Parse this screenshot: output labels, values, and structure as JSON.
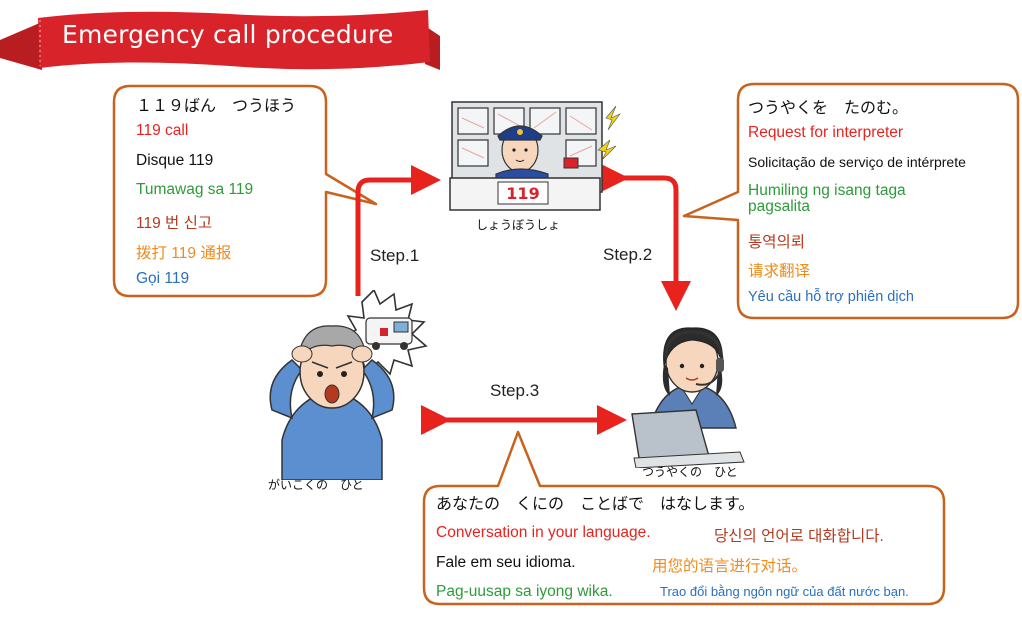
{
  "title": "Emergency call procedure",
  "colors": {
    "ribbon": "#d8232a",
    "bubble_border": "#c8621c",
    "arrow": "#e8231e",
    "red": "#e8231e",
    "black": "#111111",
    "green": "#2e9a3a",
    "brown": "#b33a1e",
    "orange": "#ef8a1c",
    "blue": "#2a6fbf"
  },
  "steps": {
    "step1": "Step.1",
    "step2": "Step.2",
    "step3": "Step.3"
  },
  "captions": {
    "fire_station": "しょうぼうしょ",
    "foreigner": "がいこくの　ひと",
    "interpreter": "つうやくの　ひと"
  },
  "station_sign": "119",
  "bubble_left": {
    "heading": "１１９ばん　つうほう",
    "lines": [
      {
        "text": "119 call",
        "color": "red"
      },
      {
        "text": "Disque 119",
        "color": "black"
      },
      {
        "text": "Tumawag sa 119",
        "color": "green"
      },
      {
        "text": "119 번 신고",
        "color": "brown"
      },
      {
        "text": "拨打 119 通报",
        "color": "orange"
      },
      {
        "text": "Gọi 119",
        "color": "blue"
      }
    ]
  },
  "bubble_right": {
    "heading": "つうやくを　たのむ。",
    "lines": [
      {
        "text": "Request for interpreter",
        "color": "red"
      },
      {
        "text": "Solicitação de serviço de intérprete",
        "color": "black"
      },
      {
        "text": "Humiling ng isang taga pagsalita",
        "color": "green"
      },
      {
        "text": "통역의뢰",
        "color": "brown"
      },
      {
        "text": "请求翻译",
        "color": "orange"
      },
      {
        "text": "Yêu cầu hỗ trợ phiên dịch",
        "color": "blue"
      }
    ]
  },
  "bubble_bottom": {
    "heading": "あなたの　くにの　ことばで　はなします。",
    "lines": [
      {
        "text": "Conversation in your language.",
        "color": "red"
      },
      {
        "text": "당신의 언어로 대화합니다.",
        "color": "brown"
      },
      {
        "text": "Fale em seu idioma.",
        "color": "black"
      },
      {
        "text": "用您的语言进行对话。",
        "color": "orange"
      },
      {
        "text": "Pag-uusap sa iyong wika.",
        "color": "green"
      },
      {
        "text": "Trao đổi bằng ngôn ngữ của đất nước bạn.",
        "color": "blue"
      }
    ]
  }
}
